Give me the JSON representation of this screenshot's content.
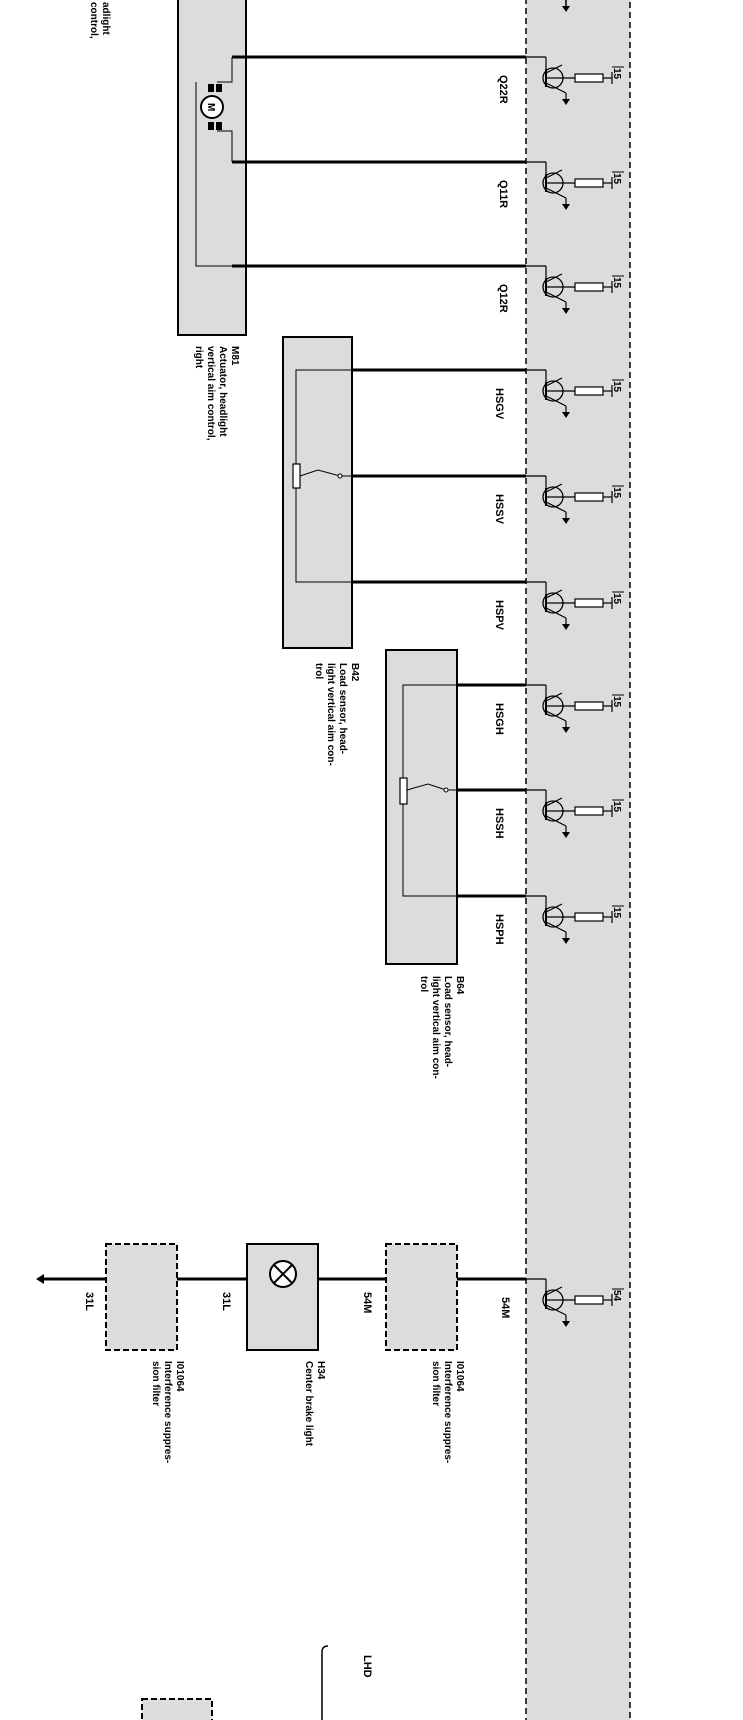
{
  "diagram": {
    "top_left_fragment": [
      "adlight",
      "control,"
    ],
    "components": {
      "m81": {
        "id": "M81",
        "desc": [
          "Actuator, headlight",
          "vertical aim  control,",
          "right"
        ]
      },
      "b42": {
        "id": "B42",
        "desc": [
          "Load sensor, head-",
          "light vertical aim  con-",
          "trol"
        ]
      },
      "b64": {
        "id": "B64",
        "desc": [
          "Load sensor, head-",
          "light vertical aim  con-",
          "trol"
        ]
      },
      "h34": {
        "id": "H34",
        "desc": [
          "Center brake light"
        ]
      },
      "i01064_a": {
        "id": "I01064",
        "desc": [
          "Interference suppres-",
          "sion filter"
        ]
      },
      "i01064_b": {
        "id": "I01064",
        "desc": [
          "Interference suppres-",
          "sion filter"
        ]
      }
    },
    "signals": [
      {
        "name": "Q22R",
        "pin": "15"
      },
      {
        "name": "Q11R",
        "pin": "15"
      },
      {
        "name": "Q12R",
        "pin": "15"
      },
      {
        "name": "HSGV",
        "pin": "15"
      },
      {
        "name": "HSSV",
        "pin": "15"
      },
      {
        "name": "HSPV",
        "pin": "15"
      },
      {
        "name": "HSGH",
        "pin": "15"
      },
      {
        "name": "HSSH",
        "pin": "15"
      },
      {
        "name": "HSPH",
        "pin": "15"
      },
      {
        "name": "54M",
        "pin": "54"
      }
    ],
    "wire_labels": {
      "w54m_left": "54M",
      "w31l_a": "31L",
      "w31l_b": "31L"
    },
    "motor_symbol": "M",
    "lhd_label": "LHD"
  }
}
